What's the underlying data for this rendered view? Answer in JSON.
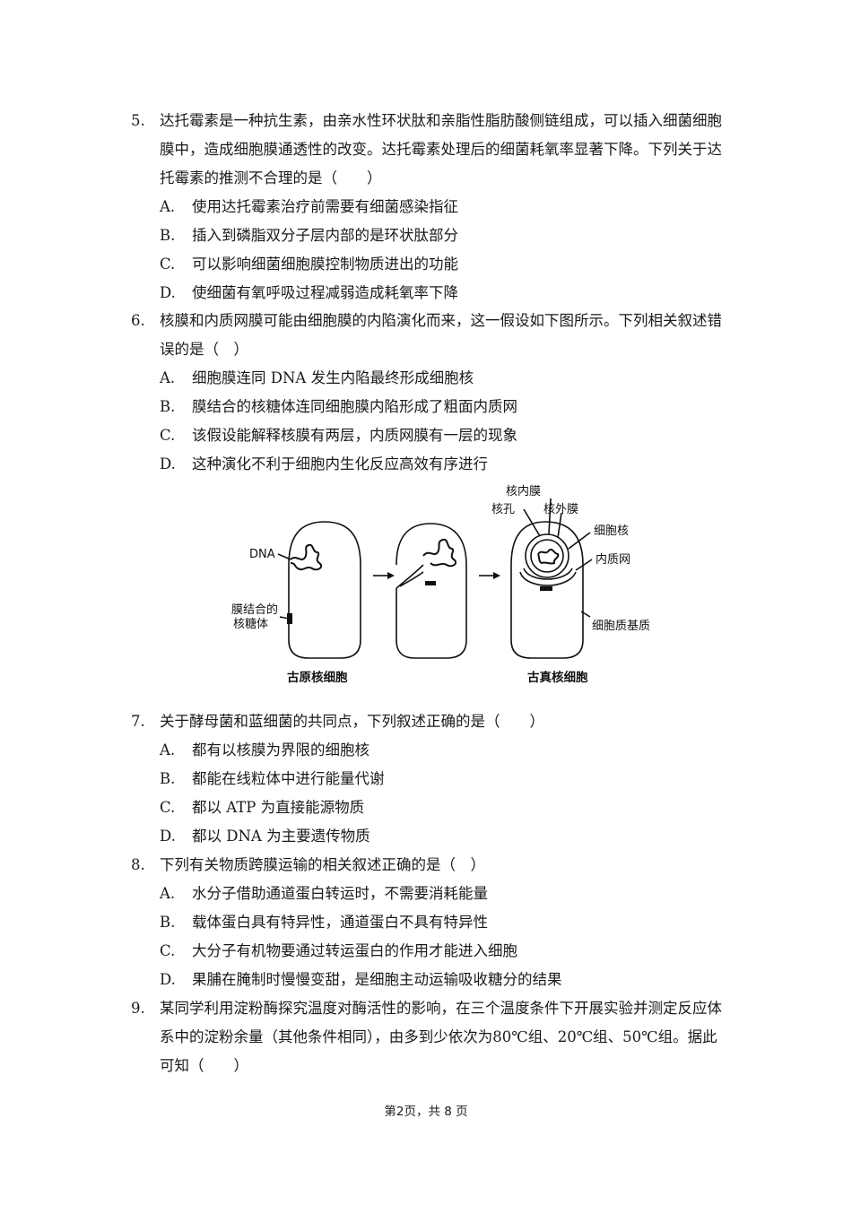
{
  "questions": [
    {
      "num": "5.",
      "stem": "达托霉素是一种抗生素，由亲水性环状肽和亲脂性脂肪酸侧链组成，可以插入细菌细胞膜中，造成细胞膜通透性的改变。达托霉素处理后的细菌耗氧率显著下降。下列关于达托霉素的推测不合理的是（　　）",
      "options": [
        {
          "letter": "A.",
          "text": "使用达托霉素治疗前需要有细菌感染指征"
        },
        {
          "letter": "B.",
          "text": "插入到磷脂双分子层内部的是环状肽部分"
        },
        {
          "letter": "C.",
          "text": "可以影响细菌细胞膜控制物质进出的功能"
        },
        {
          "letter": "D.",
          "text": "使细菌有氧呼吸过程减弱造成耗氧率下降"
        }
      ]
    },
    {
      "num": "6.",
      "stem": "核膜和内质网膜可能由细胞膜的内陷演化而来，这一假设如下图所示。下列相关叙述错误的是（　）",
      "options": [
        {
          "letter": "A.",
          "text": "细胞膜连同 DNA 发生内陷最终形成细胞核"
        },
        {
          "letter": "B.",
          "text": "膜结合的核糖体连同细胞膜内陷形成了粗面内质网"
        },
        {
          "letter": "C.",
          "text": "该假设能解释核膜有两层，内质网膜有一层的现象"
        },
        {
          "letter": "D.",
          "text": "这种演化不利于细胞内生化反应高效有序进行"
        }
      ]
    },
    {
      "num": "7.",
      "stem": "关于酵母菌和蓝细菌的共同点，下列叙述正确的是（　　）",
      "options": [
        {
          "letter": "A.",
          "text": "都有以核膜为界限的细胞核"
        },
        {
          "letter": "B.",
          "text": "都能在线粒体中进行能量代谢"
        },
        {
          "letter": "C.",
          "text": "都以 ATP 为直接能源物质"
        },
        {
          "letter": "D.",
          "text": "都以 DNA 为主要遗传物质"
        }
      ]
    },
    {
      "num": "8.",
      "stem": "下列有关物质跨膜运输的相关叙述正确的是（　）",
      "options": [
        {
          "letter": "A.",
          "text": "水分子借助通道蛋白转运时，不需要消耗能量"
        },
        {
          "letter": "B.",
          "text": "载体蛋白具有特异性，通道蛋白不具有特异性"
        },
        {
          "letter": "C.",
          "text": "大分子有机物要通过转运蛋白的作用才能进入细胞"
        },
        {
          "letter": "D.",
          "text": "果脯在腌制时慢慢变甜，是细胞主动运输吸收糖分的结果"
        }
      ]
    },
    {
      "num": "9.",
      "stem": "某同学利用淀粉酶探究温度对酶活性的影响，在三个温度条件下开展实验并测定反应体系中的淀粉余量（其他条件相同），由多到少依次为80℃组、20℃组、50℃组。据此可知（　　）",
      "options": []
    }
  ],
  "figure": {
    "labels": {
      "dna": "DNA",
      "ribosome_line1": "膜结合的",
      "ribosome_line2": "核糖体",
      "inner_membrane": "核内膜",
      "pore": "核孔",
      "outer_membrane": "核外膜",
      "nucleus": "细胞核",
      "er": "内质网",
      "cytoplasm": "细胞质基质"
    },
    "captions": {
      "prokaryote": "古原核细胞",
      "eukaryote": "古真核细胞"
    }
  },
  "footer": "第2页，共 8 页"
}
